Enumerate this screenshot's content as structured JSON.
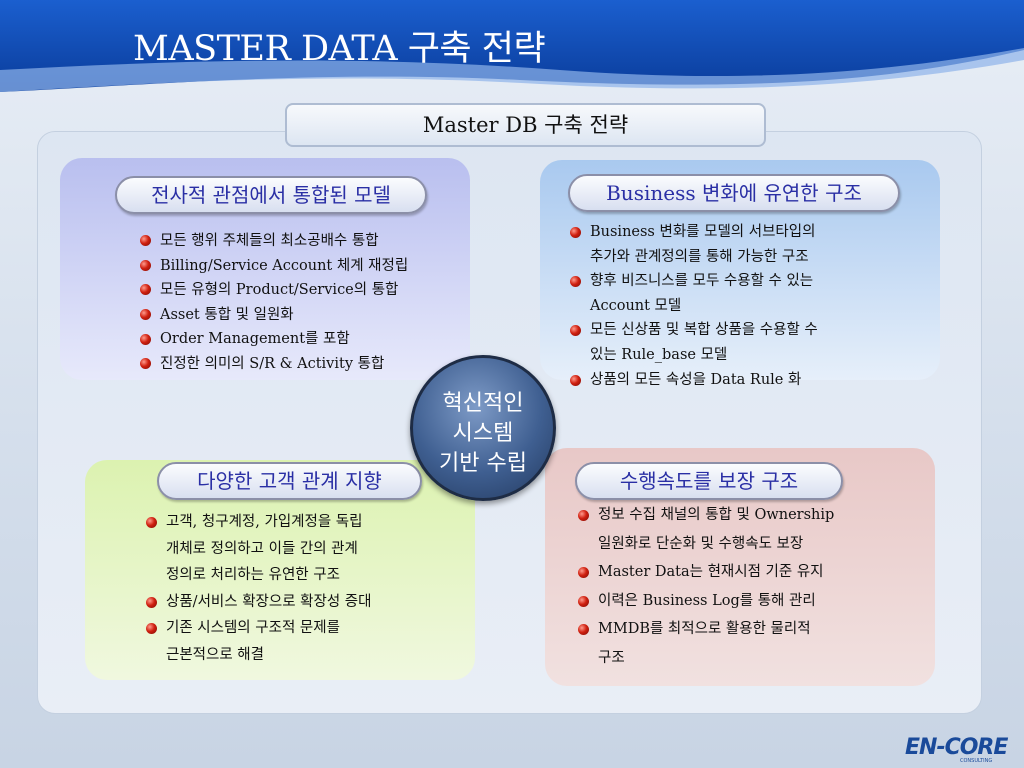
{
  "slide": {
    "title": "MASTER DATA 구축 전략",
    "subtitle": "Master DB 구축 전략",
    "center": [
      "혁신적인",
      "시스템",
      "기반 수립"
    ],
    "logo": "EN-CORE",
    "logo_sub": "CONSULTING"
  },
  "quadrants": [
    {
      "heading": "전사적 관점에서 통합된 모델",
      "items": [
        [
          "모든 행위 주체들의 최소공배수 통합"
        ],
        [
          "Billing/Service Account 체계 재정립"
        ],
        [
          "모든 유형의 Product/Service의 통합"
        ],
        [
          "Asset 통합 및 일원화"
        ],
        [
          "Order Management를 포함"
        ],
        [
          "진정한 의미의 S/R & Activity 통합"
        ]
      ]
    },
    {
      "heading": "Business 변화에 유연한 구조",
      "items": [
        [
          "Business 변화를 모델의 서브타입의",
          "추가와 관계정의를 통해 가능한 구조"
        ],
        [
          "향후 비즈니스를 모두 수용할 수 있는",
          "Account 모델"
        ],
        [
          "모든 신상품 및 복합 상품을 수용할 수",
          "있는 Rule_base 모델"
        ],
        [
          "상품의 모든 속성을 Data Rule 화"
        ]
      ]
    },
    {
      "heading": "다양한 고객 관계 지향",
      "items": [
        [
          "고객, 청구계정, 가입계정을 독립",
          "개체로 정의하고 이들 간의 관계",
          "정의로 처리하는 유연한 구조"
        ],
        [
          "상품/서비스 확장으로 확장성 증대"
        ],
        [
          "기존 시스템의 구조적 문제를",
          "근본적으로 해결"
        ]
      ]
    },
    {
      "heading": "수행속도를 보장 구조",
      "items": [
        [
          "정보 수집 채널의 통합 및 Ownership",
          "일원화로 단순화 및 수행속도 보장"
        ],
        [
          "Master Data는 현재시점 기준 유지"
        ],
        [
          "이력은 Business Log를 통해 관리"
        ],
        [
          "MMDB를 최적으로 활용한 물리적",
          "구조"
        ]
      ]
    }
  ],
  "colors": {
    "header_blue": "#0a3fa0",
    "heading_text": "#2a2fa5",
    "bullet_red": "#d02010"
  }
}
